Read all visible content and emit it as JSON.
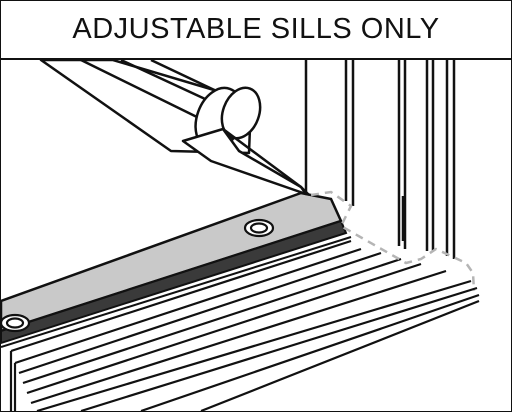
{
  "header": {
    "title": "ADJUSTABLE SILLS ONLY"
  },
  "illustration": {
    "subject": "caulk gun applying sealant at sill end",
    "sill_color": "#c9c9c9",
    "line_color": "#111111",
    "dash_color": "#b5b5b5",
    "icons": [
      "caulk-gun-icon",
      "door-jamb",
      "sill-cap",
      "sill-deck",
      "screw-plug",
      "sealant-path"
    ]
  }
}
